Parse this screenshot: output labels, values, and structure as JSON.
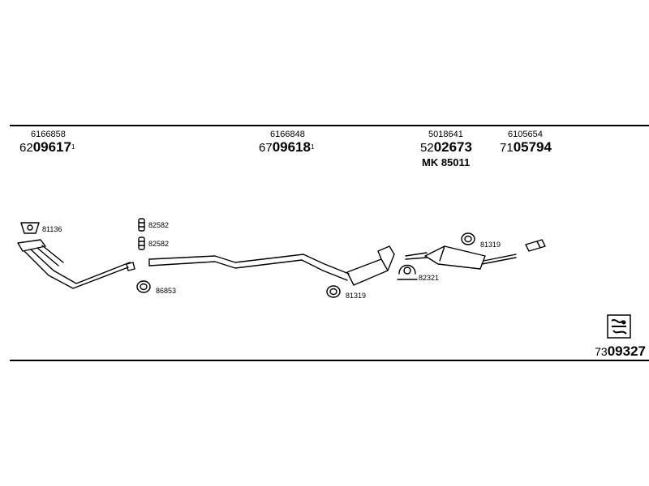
{
  "header_refs": [
    {
      "small": "6166858",
      "big_prefix": "62",
      "big_main": "09617",
      "suffix": "1"
    },
    {
      "small": "6166848",
      "big_prefix": "67",
      "big_main": "09618",
      "suffix": "1"
    },
    {
      "small": "5018641",
      "big_prefix": "52",
      "big_main": "02673",
      "suffix": "",
      "extra": "MK  85011"
    },
    {
      "small": "6105654",
      "big_prefix": "71",
      "big_main": "05794",
      "suffix": ""
    }
  ],
  "part_labels": {
    "gasket_front": "81136",
    "clamp_a": "82582",
    "clamp_b": "82582",
    "ring_front": "86853",
    "ring_mid": "81319",
    "bracket_rear": "82321",
    "ring_rear": "81319"
  },
  "footer": {
    "prefix": "73",
    "main": "09327"
  },
  "colors": {
    "line": "#000000",
    "background": "#ffffff"
  }
}
